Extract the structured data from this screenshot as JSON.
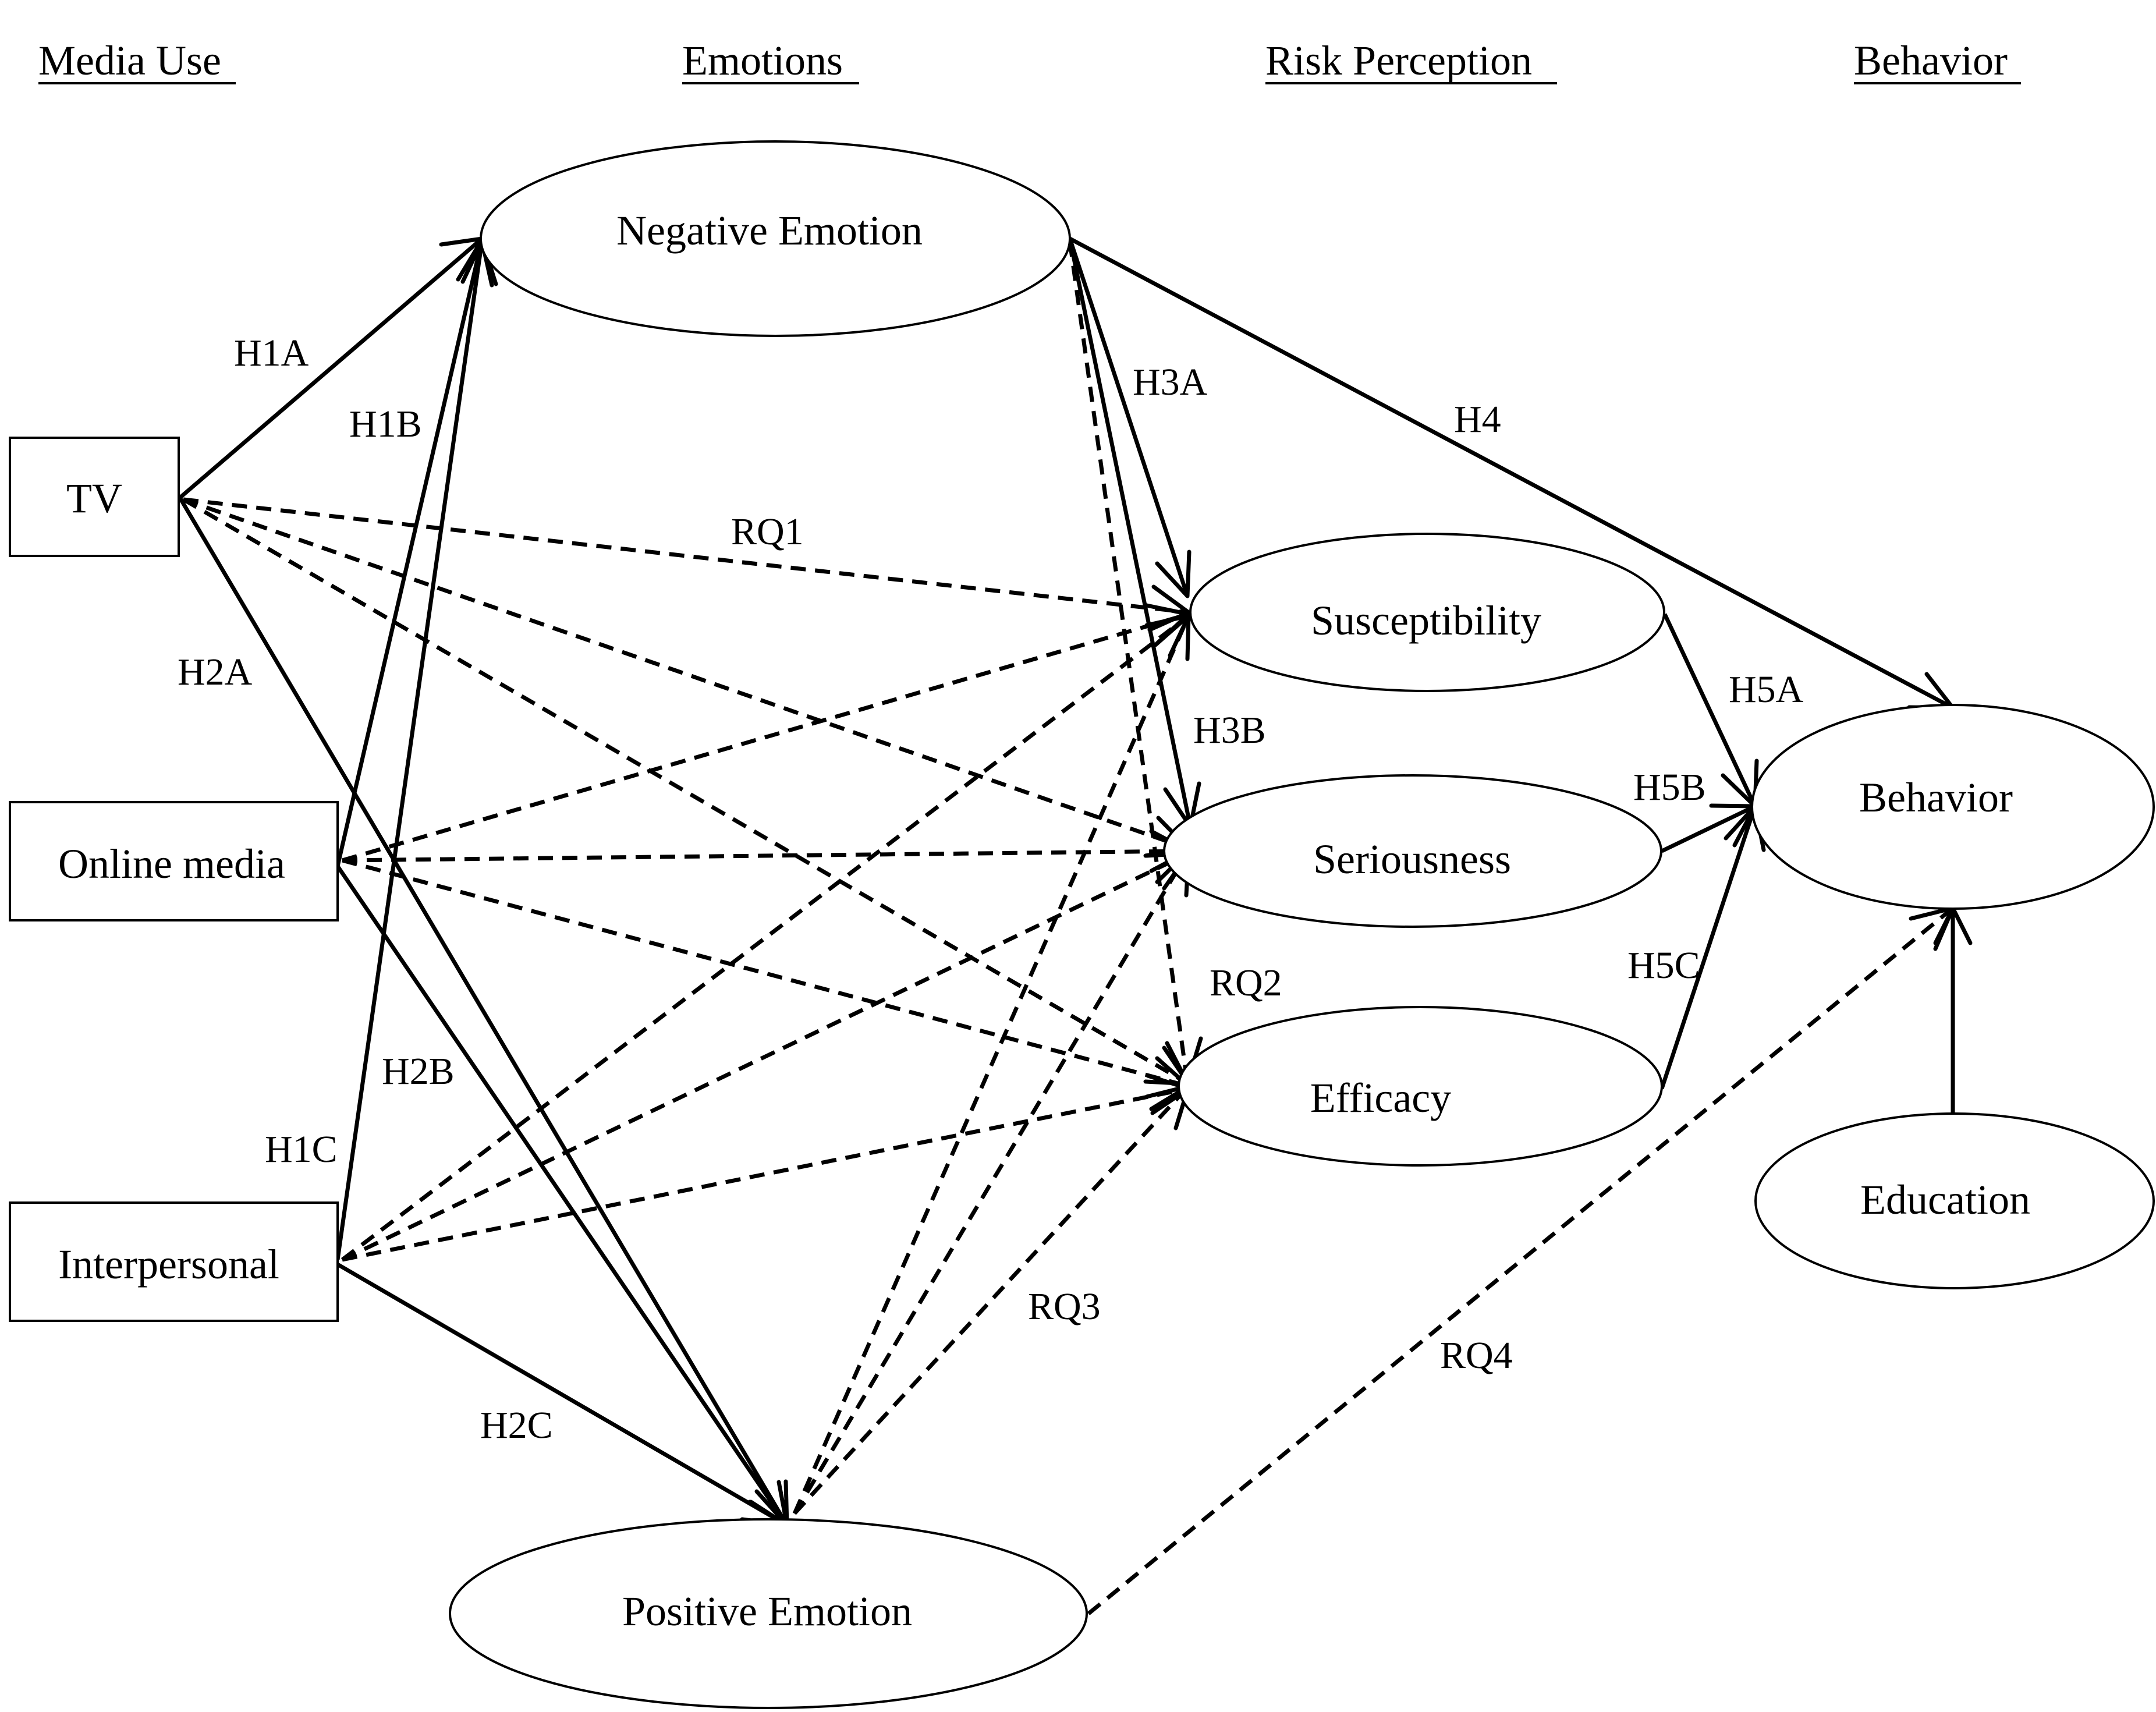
{
  "columns": {
    "media_use": "Media Use",
    "emotions": "Emotions",
    "risk_perception": "Risk Perception",
    "behavior": "Behavior"
  },
  "nodes": {
    "tv": "TV",
    "online_media": "Online media",
    "interpersonal": "Interpersonal",
    "negative_emotion": "Negative Emotion",
    "positive_emotion": "Positive Emotion",
    "susceptibility": "Susceptibility",
    "seriousness": "Seriousness",
    "efficacy": "Efficacy",
    "behavior": "Behavior",
    "education": "Education"
  },
  "edge_labels": {
    "h1a": "H1A",
    "h1b": "H1B",
    "h1c": "H1C",
    "h2a": "H2A",
    "h2b": "H2B",
    "h2c": "H2C",
    "h3a": "H3A",
    "h3b": "H3B",
    "h4": "H4",
    "h5a": "H5A",
    "h5b": "H5B",
    "h5c": "H5C",
    "rq1": "RQ1",
    "rq2": "RQ2",
    "rq3": "RQ3",
    "rq4": "RQ4"
  }
}
